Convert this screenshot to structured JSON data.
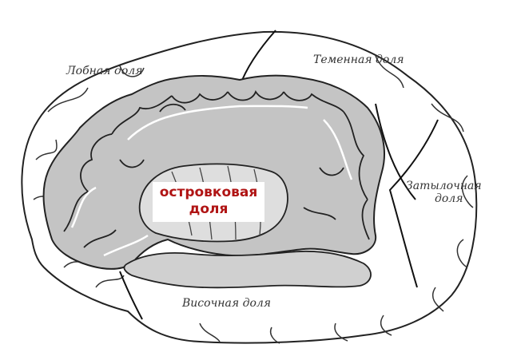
{
  "diagram": {
    "labels": {
      "frontal": "Лобная доля",
      "parietal": "Теменная доля",
      "occipital_line1": "Затылочная",
      "occipital_line2": "доля",
      "temporal": "Височная доля",
      "insula_line1": "островковая",
      "insula_line2": "доля"
    },
    "colors": {
      "outline": "#222222",
      "cortex_fill": "#c4c4c4",
      "insula_text": "#b01414",
      "label_text": "#333333"
    }
  }
}
